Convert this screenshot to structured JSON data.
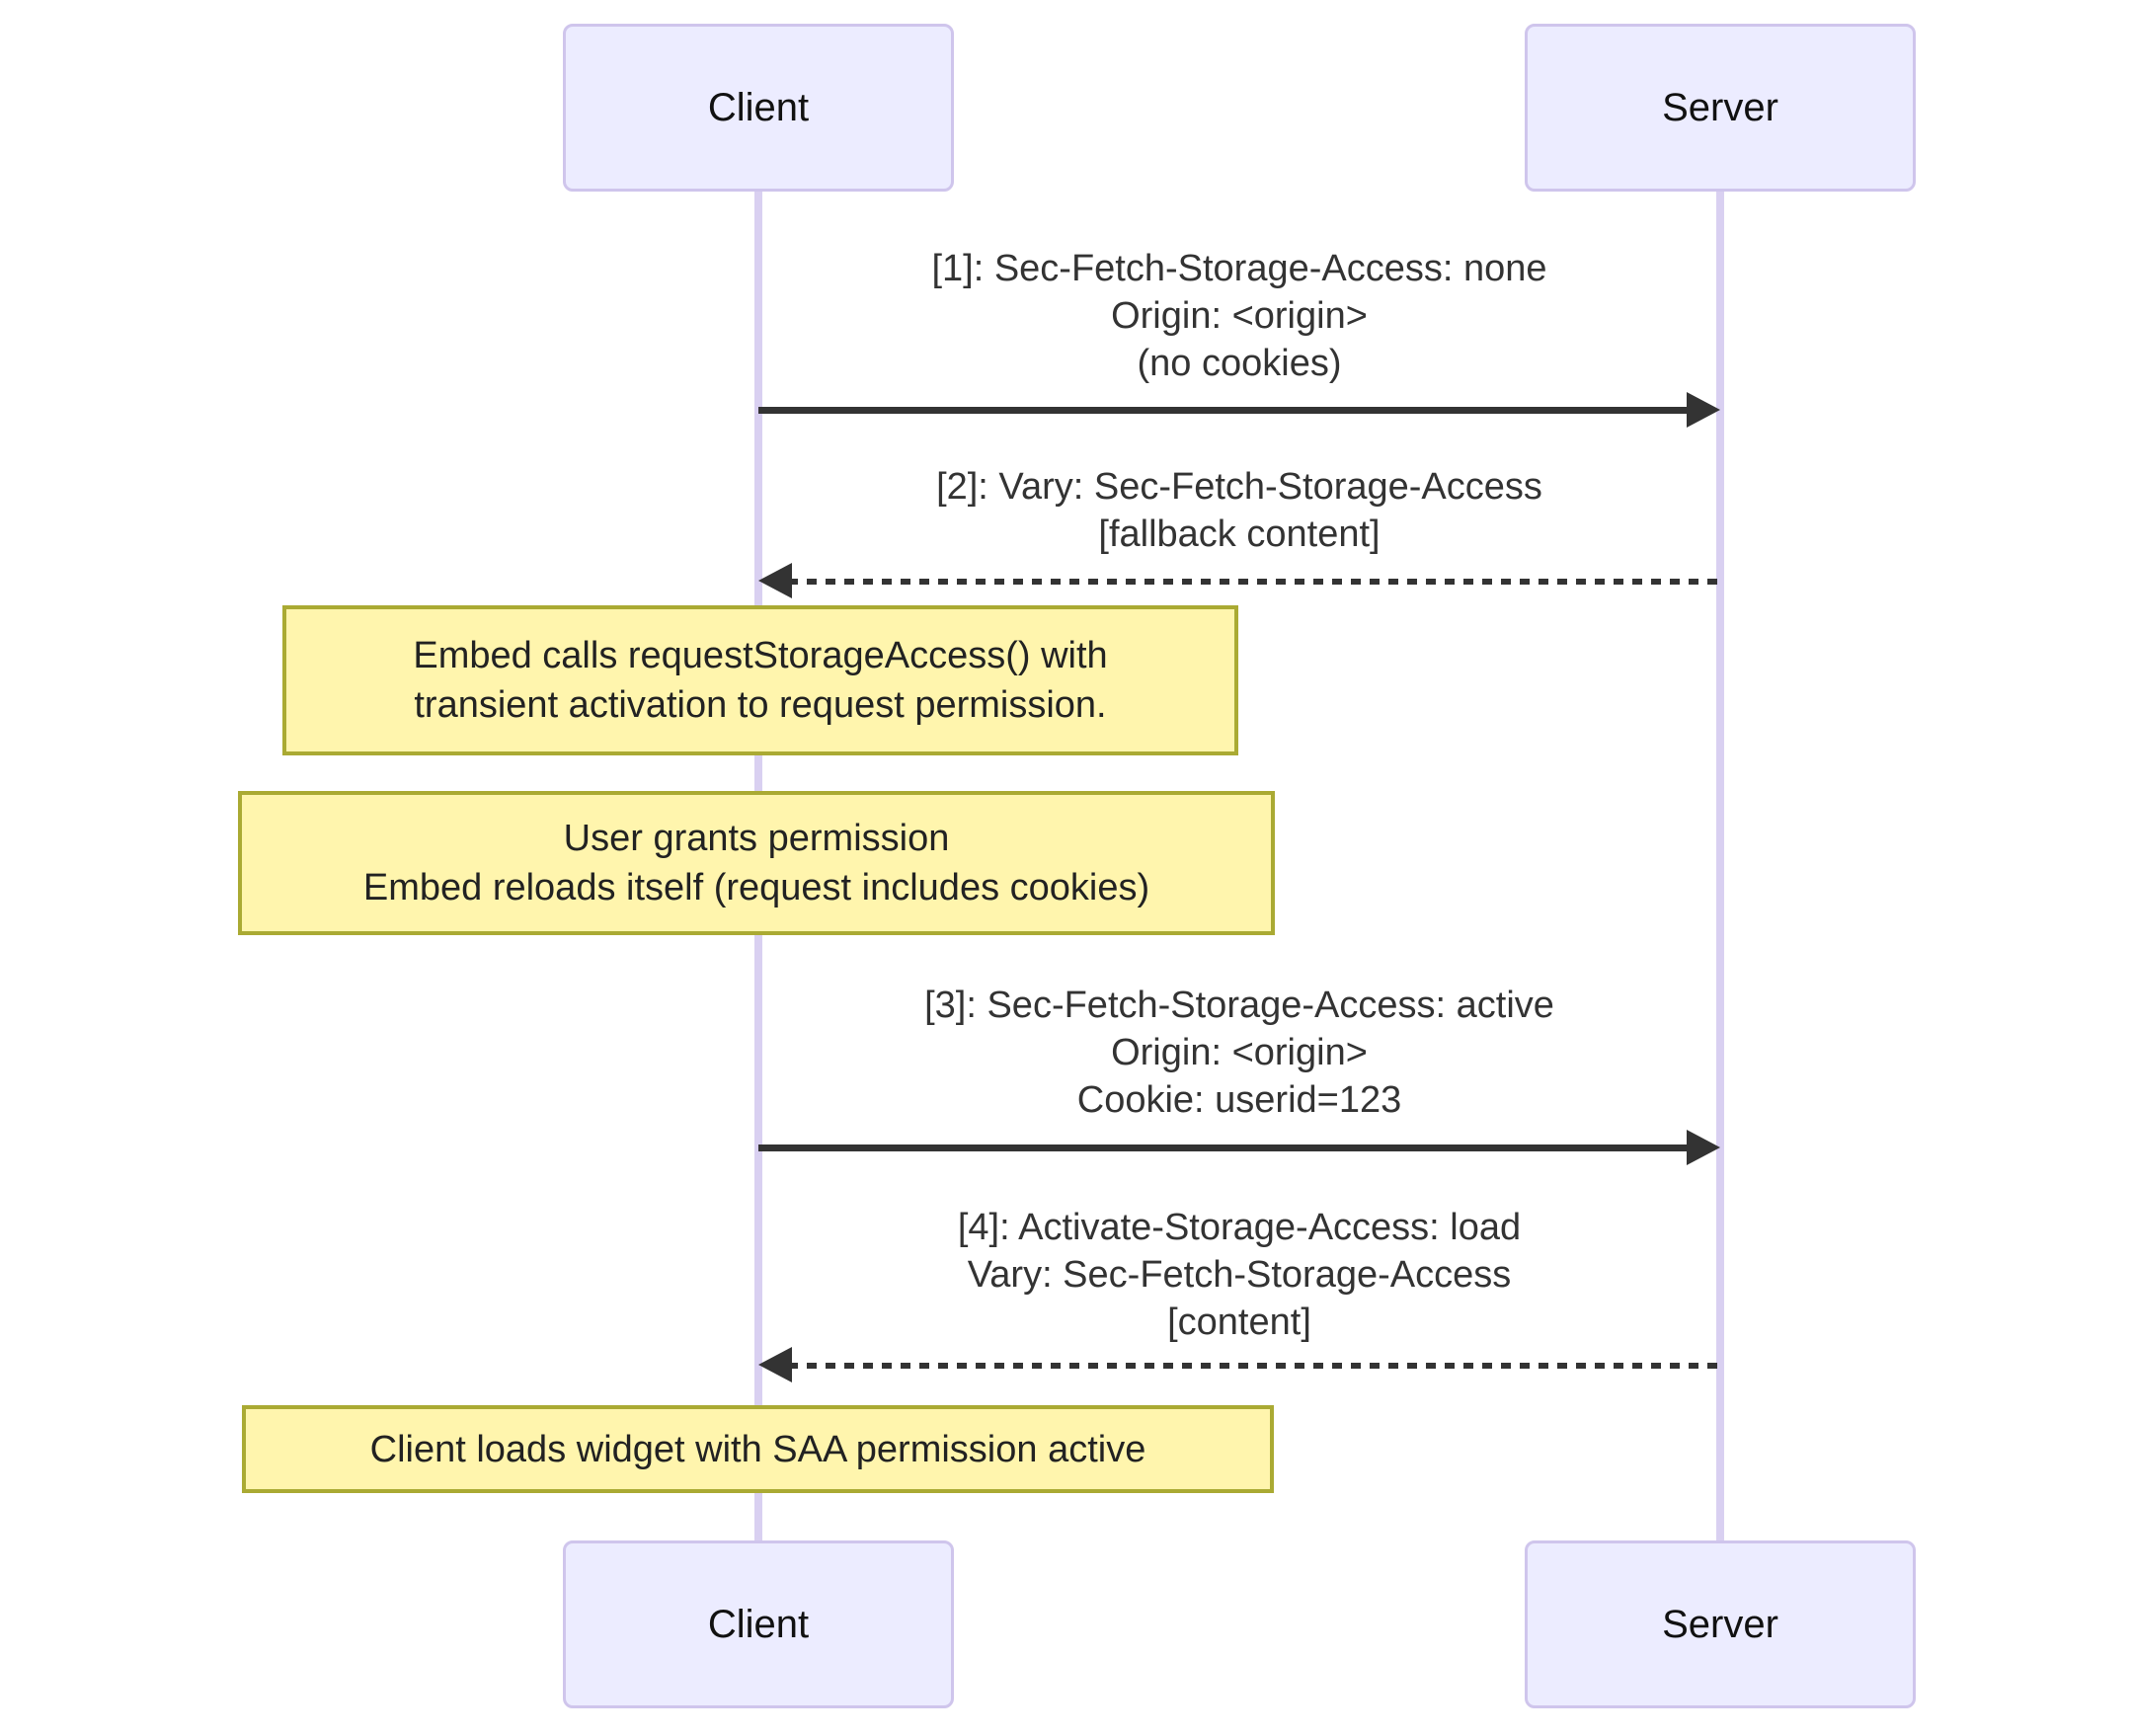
{
  "diagram": {
    "type": "sequence-diagram",
    "actors": [
      {
        "id": "client",
        "label": "Client"
      },
      {
        "id": "server",
        "label": "Server"
      }
    ],
    "messages": [
      {
        "direction": "client-to-server",
        "line_style": "solid",
        "lines": [
          "[1]: Sec-Fetch-Storage-Access: none",
          "Origin: <origin>",
          "(no cookies)"
        ]
      },
      {
        "direction": "server-to-client",
        "line_style": "dashed",
        "lines": [
          "[2]: Vary: Sec-Fetch-Storage-Access",
          "[fallback content]"
        ]
      },
      {
        "direction": "client-to-server",
        "line_style": "solid",
        "lines": [
          "[3]: Sec-Fetch-Storage-Access: active",
          "Origin: <origin>",
          "Cookie: userid=123"
        ]
      },
      {
        "direction": "server-to-client",
        "line_style": "dashed",
        "lines": [
          "[4]: Activate-Storage-Access: load",
          "Vary: Sec-Fetch-Storage-Access",
          "[content]"
        ]
      }
    ],
    "notes": [
      {
        "lines": [
          "Embed calls requestStorageAccess() with",
          "transient activation to request permission."
        ]
      },
      {
        "lines": [
          "User grants permission",
          "Embed reloads itself (request includes cookies)"
        ]
      },
      {
        "lines": [
          "Client loads widget with SAA permission active"
        ]
      }
    ],
    "colors": {
      "actor_fill": "#ECECFF",
      "actor_border": "#CFC5EC",
      "lifeline": "#D9D0F1",
      "note_fill": "#FFF5AD",
      "note_border": "#AAAA33",
      "arrow": "#333333",
      "text": "#333333"
    }
  }
}
